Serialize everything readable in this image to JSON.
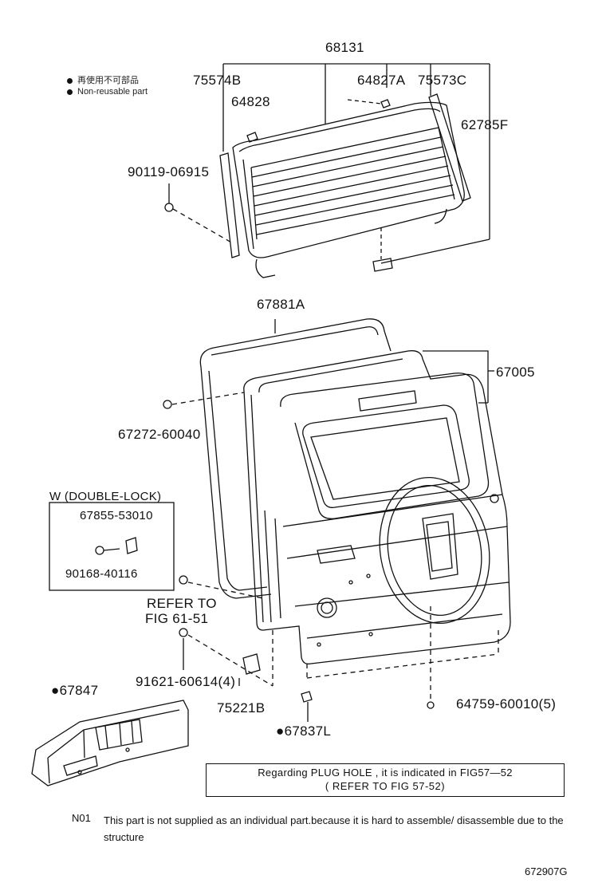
{
  "legend": {
    "japanese": "再使用不可部品",
    "english": "Non-reusable part"
  },
  "labels": {
    "p68131": "68131",
    "p75574B": "75574B",
    "p64827A": "64827A",
    "p75573C": "75573C",
    "p64828": "64828",
    "p62785F": "62785F",
    "p90119": "90119-06915",
    "p67881A": "67881A",
    "p67005": "67005",
    "p67272": "67272-60040",
    "w_header": "W (DOUBLE-LOCK)",
    "p67855": "67855-53010",
    "p90168": "90168-40116",
    "refer1": "REFER TO",
    "refer2": "FIG 61-51",
    "p91621": "91621-60614(4)",
    "p75221B": "75221B",
    "p67847": "●67847",
    "p67837L": "●67837L",
    "p64759": "64759-60010(5)"
  },
  "note": {
    "line1": "Regarding PLUG HOLE , it is indicated in FIG57—52",
    "line2": "( REFER TO FIG 57-52)"
  },
  "footnote": {
    "code": "N01",
    "text": "This part is not supplied as an individual part.because it is hard to assemble/ disassemble due to the structure"
  },
  "figure_number": "672907G"
}
